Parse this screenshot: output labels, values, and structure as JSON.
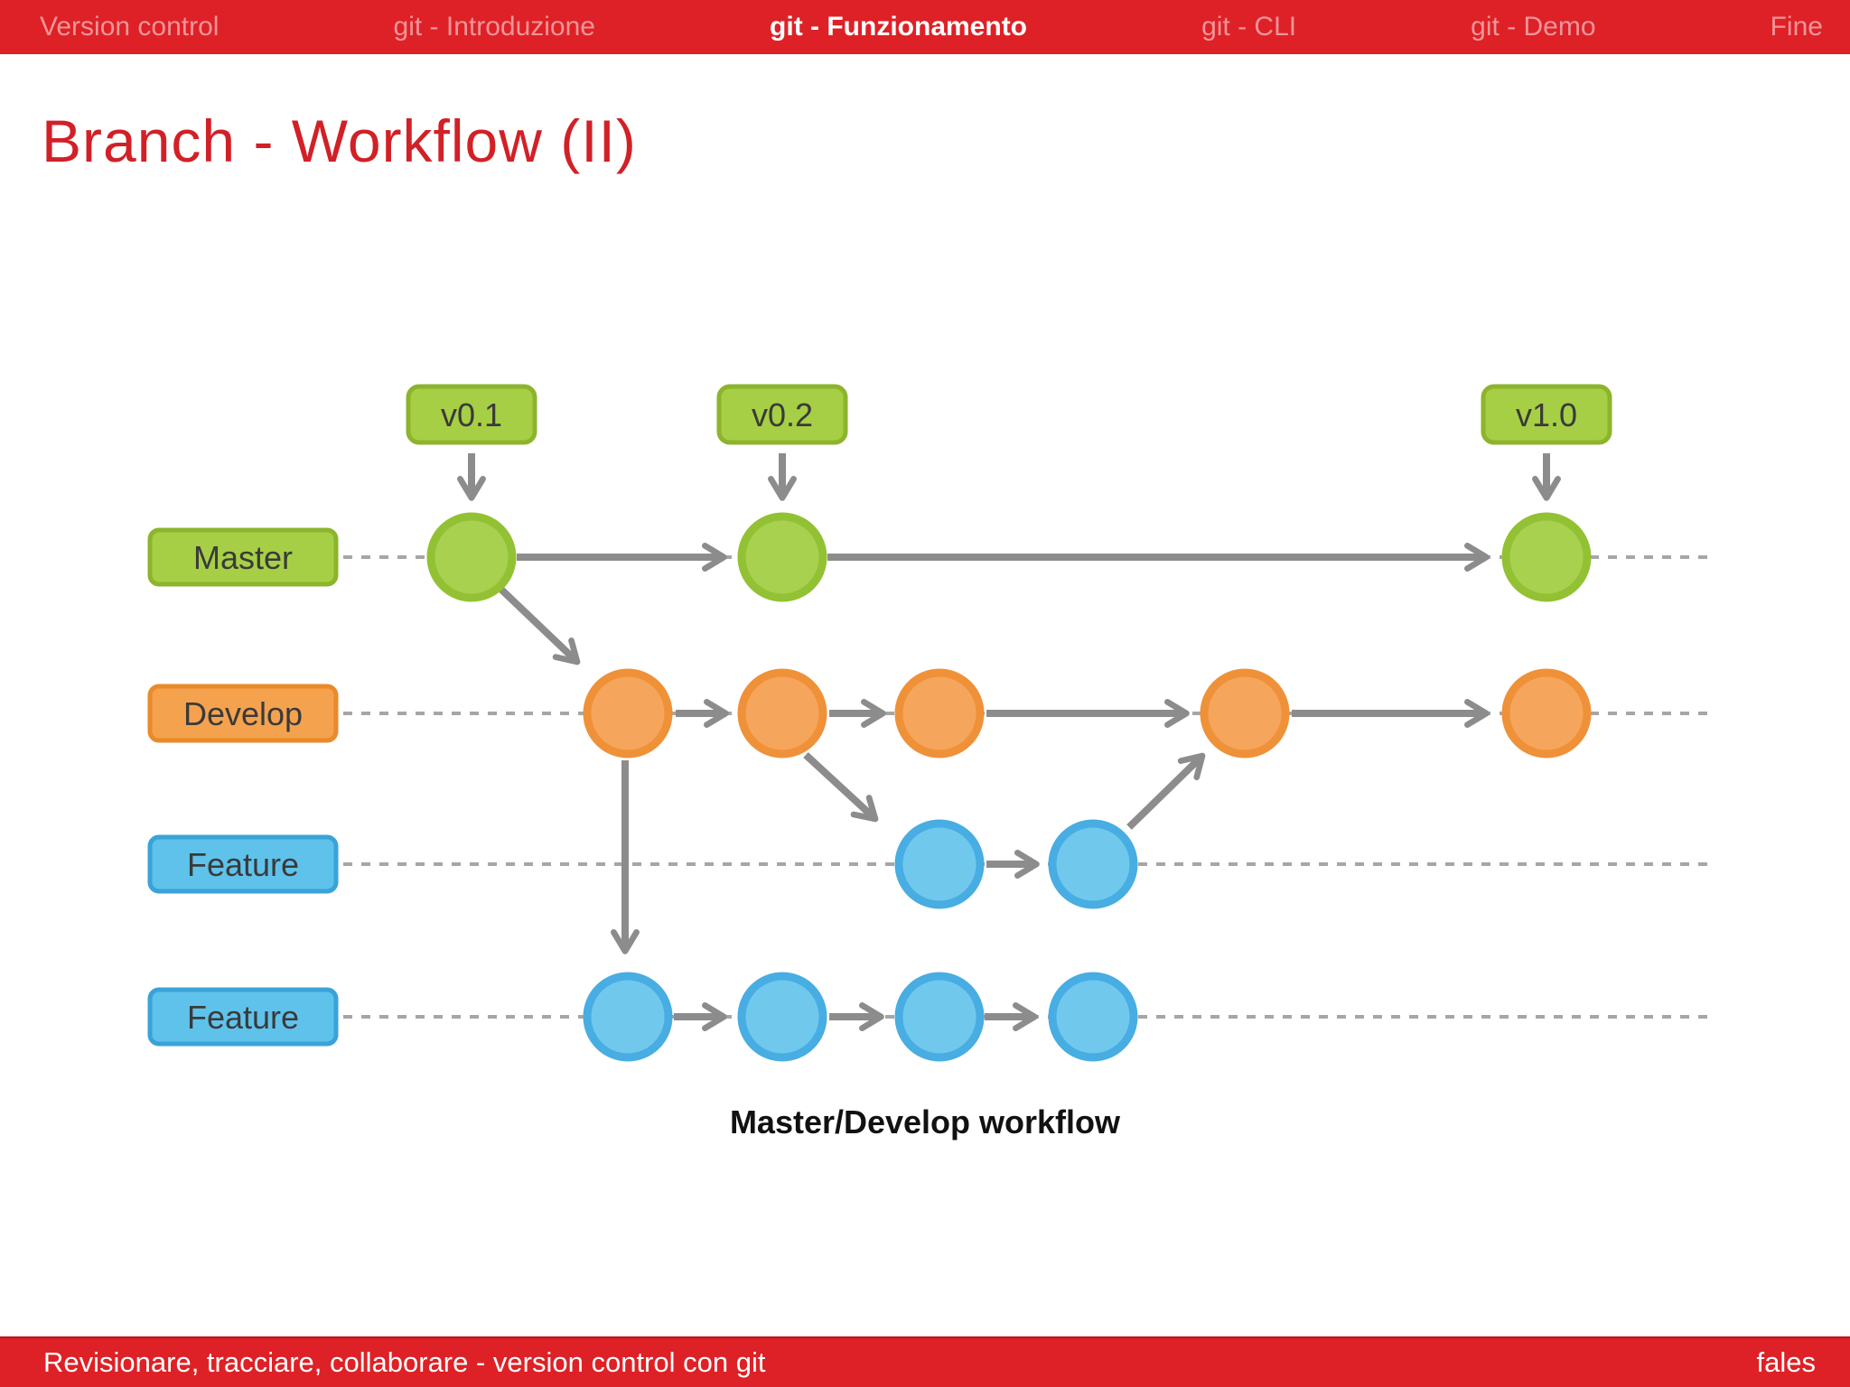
{
  "nav": {
    "items": [
      {
        "label": "Version control",
        "active": false
      },
      {
        "label": "git - Introduzione",
        "active": false
      },
      {
        "label": "git - Funzionamento",
        "active": true
      },
      {
        "label": "git - CLI",
        "active": false
      },
      {
        "label": "git - Demo",
        "active": false
      },
      {
        "label": "Fine",
        "active": false
      }
    ]
  },
  "title": "Branch - Workflow (II)",
  "diagram": {
    "caption": "Master/Develop workflow",
    "tags": [
      {
        "label": "v0.1"
      },
      {
        "label": "v0.2"
      },
      {
        "label": "v1.0"
      }
    ],
    "branches": [
      {
        "label": "Master",
        "color": "#a8d150",
        "commits": 3
      },
      {
        "label": "Develop",
        "color": "#f6a55c",
        "commits": 5
      },
      {
        "label": "Feature",
        "color": "#70c9ed",
        "commits": 2
      },
      {
        "label": "Feature",
        "color": "#70c9ed",
        "commits": 4
      }
    ]
  },
  "footer": {
    "left": "Revisionare, tracciare, collaborare - version control con git",
    "right": "fales"
  },
  "colors": {
    "bar_red": "#de2126",
    "title_red": "#d22027",
    "green_fill": "#a8d150",
    "green_border": "#8cb42c",
    "orange_fill": "#f6a55c",
    "orange_border": "#ef9138",
    "blue_fill": "#70c9ed",
    "blue_border": "#47ade2",
    "arrow_gray": "#8c8c8c",
    "dash_gray": "#a6a6a6"
  }
}
